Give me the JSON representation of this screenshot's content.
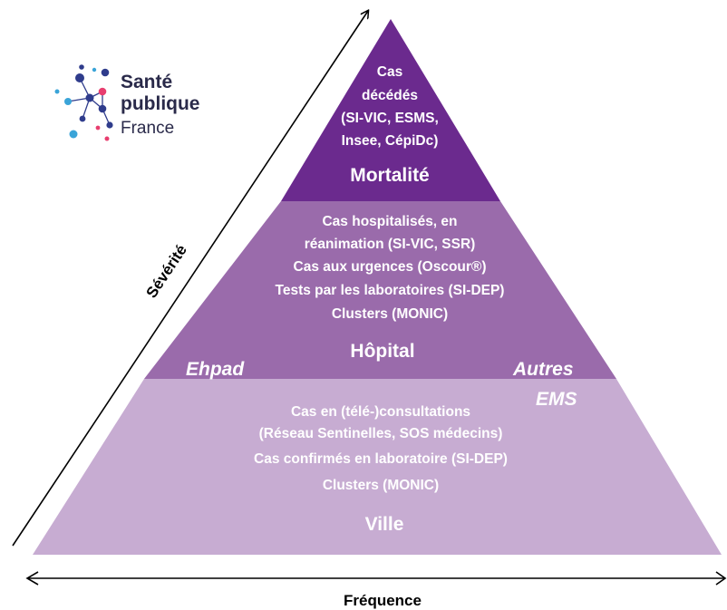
{
  "logo": {
    "line1": "Santé",
    "line2": "publique",
    "line3": "France"
  },
  "pyramid": {
    "top": {
      "lines": [
        "Cas",
        "décédés",
        "(SI-VIC, ESMS,",
        "Insee, CépiDc)"
      ],
      "title": "Mortalité",
      "color": "#6b2a8e"
    },
    "middle": {
      "lines": [
        "Cas hospitalisés, en",
        "réanimation (SI-VIC, SSR)",
        "Cas aux urgences (Oscour®)",
        "Tests par les laboratoires (SI-DEP)",
        "Clusters (MONIC)"
      ],
      "title": "Hôpital",
      "left_label": "Ehpad",
      "right_label_1": "Autres",
      "color": "#9a6bab"
    },
    "bottom": {
      "right_label_2": "EMS",
      "lines": [
        "Cas en (télé-)consultations",
        "(Réseau Sentinelles, SOS médecins)",
        "Cas confirmés en laboratoire (SI-DEP)",
        "Clusters (MONIC)"
      ],
      "title": "Ville",
      "color": "#c7acd2"
    }
  },
  "axes": {
    "vertical_label": "Sévérité",
    "horizontal_label": "Fréquence"
  }
}
